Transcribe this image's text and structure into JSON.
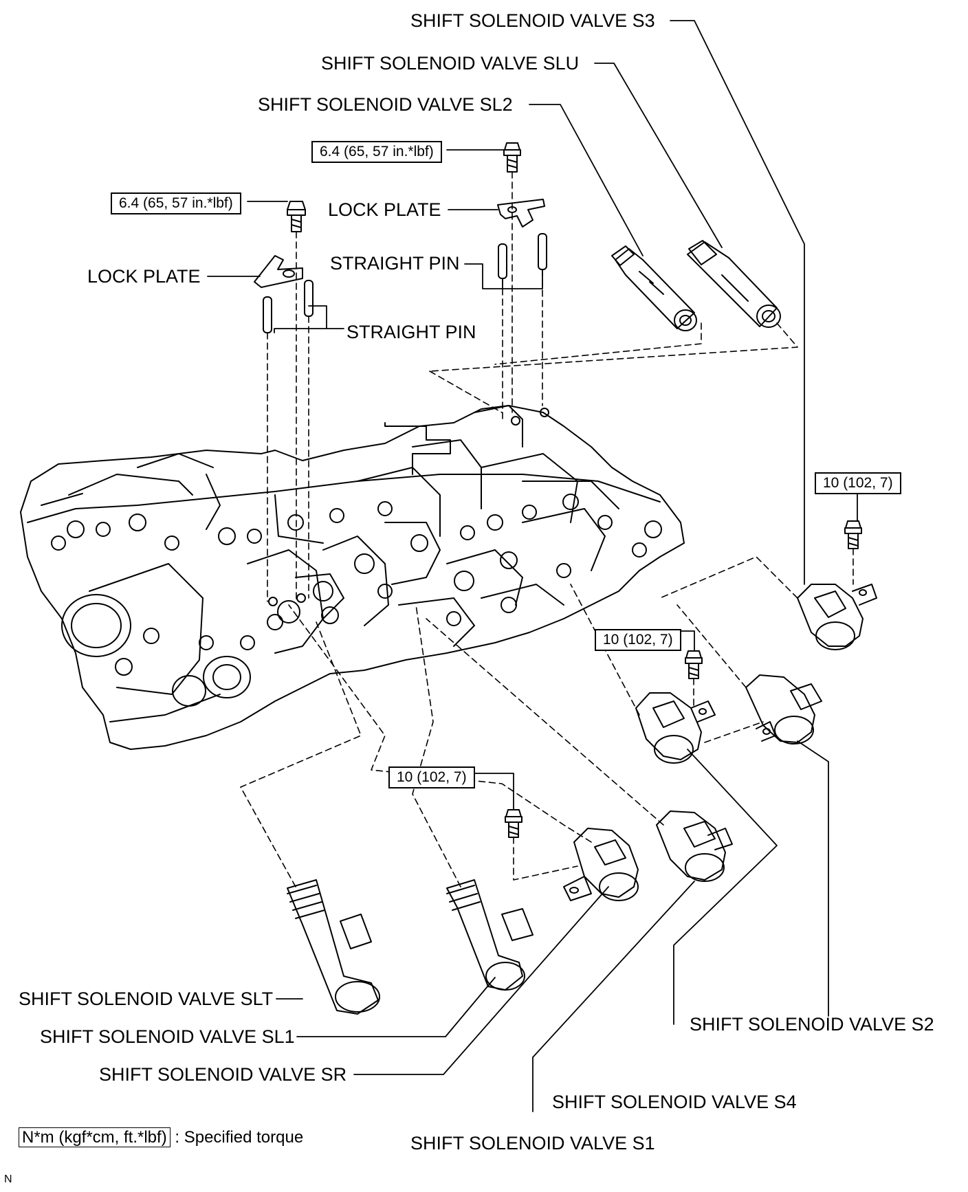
{
  "labels": {
    "s3": "SHIFT SOLENOID VALVE S3",
    "slu": "SHIFT SOLENOID VALVE SLU",
    "sl2": "SHIFT SOLENOID VALVE SL2",
    "lock_plate_right": "LOCK PLATE",
    "lock_plate_left": "LOCK PLATE",
    "straight_pin_right": "STRAIGHT PIN",
    "straight_pin_left": "STRAIGHT PIN",
    "slt": "SHIFT SOLENOID VALVE SLT",
    "sl1": "SHIFT SOLENOID VALVE SL1",
    "sr": "SHIFT SOLENOID VALVE SR",
    "s1": "SHIFT SOLENOID VALVE S1",
    "s4": "SHIFT SOLENOID VALVE S4",
    "s2": "SHIFT SOLENOID VALVE S2"
  },
  "torques": {
    "top_right_bolt": "6.4 (65, 57 in.*lbf)",
    "top_left_bolt": "6.4 (65, 57 in.*lbf)",
    "s3_bolt": "10 (102, 7)",
    "s4_bolt": "10 (102, 7)",
    "sr_bolt": "10 (102, 7)"
  },
  "legend": {
    "unit_box": "N*m (kgf*cm, ft.*lbf)",
    "text": ": Specified torque"
  },
  "corner_mark": "N"
}
